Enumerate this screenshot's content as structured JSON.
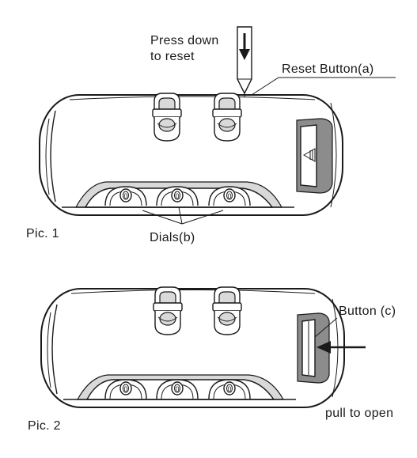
{
  "pic1": {
    "caption": "Pic. 1",
    "press_line1": "Press down",
    "press_line2": "to reset",
    "reset_label": "Reset Button(a)",
    "dials_label": "Dials(b)"
  },
  "pic2": {
    "caption": "Pic. 2",
    "button_label": "Button (c)",
    "pull_label": "pull to open"
  },
  "dial_digit": "0"
}
